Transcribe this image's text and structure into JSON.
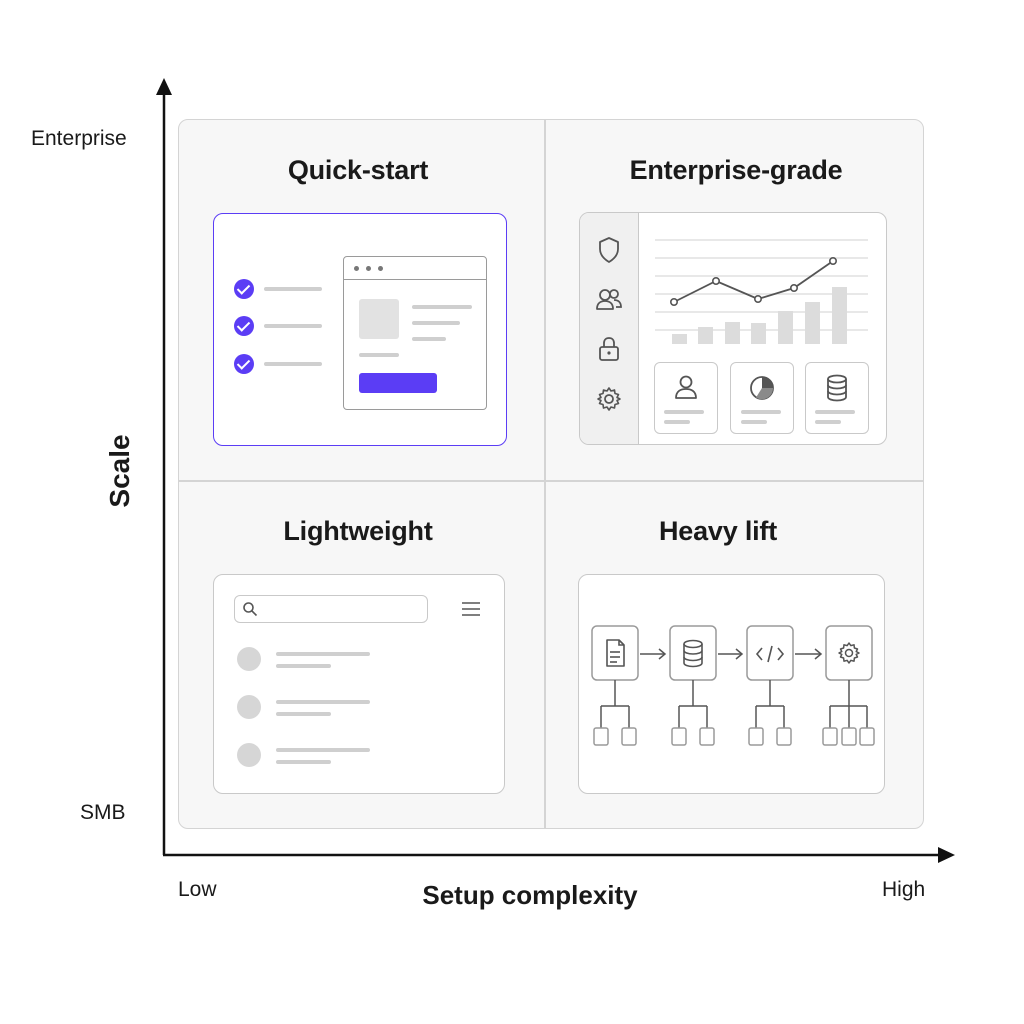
{
  "axes": {
    "y_label": "Scale",
    "y_top": "Enterprise",
    "y_bottom": "SMB",
    "x_label": "Setup complexity",
    "x_left": "Low",
    "x_right": "High"
  },
  "quadrants": {
    "top_left": {
      "title": "Quick-start"
    },
    "top_right": {
      "title": "Enterprise-grade"
    },
    "bottom_left": {
      "title": "Lightweight"
    },
    "bottom_right": {
      "title": "Heavy lift"
    }
  },
  "colors": {
    "accent": "#5b3df5",
    "grid_border": "#d4d4d4",
    "placeholder_bar": "#cfcfcf",
    "icon_stroke": "#555555"
  },
  "icons": {
    "top_right_sidebar": [
      "shield-icon",
      "users-icon",
      "lock-icon",
      "gear-icon"
    ],
    "top_right_cards": [
      "user-icon",
      "pie-chart-icon",
      "database-icon"
    ],
    "bottom_right_pipeline": [
      "document-icon",
      "database-icon",
      "code-icon",
      "gear-icon"
    ],
    "bottom_left": [
      "search-icon",
      "menu-icon"
    ]
  }
}
